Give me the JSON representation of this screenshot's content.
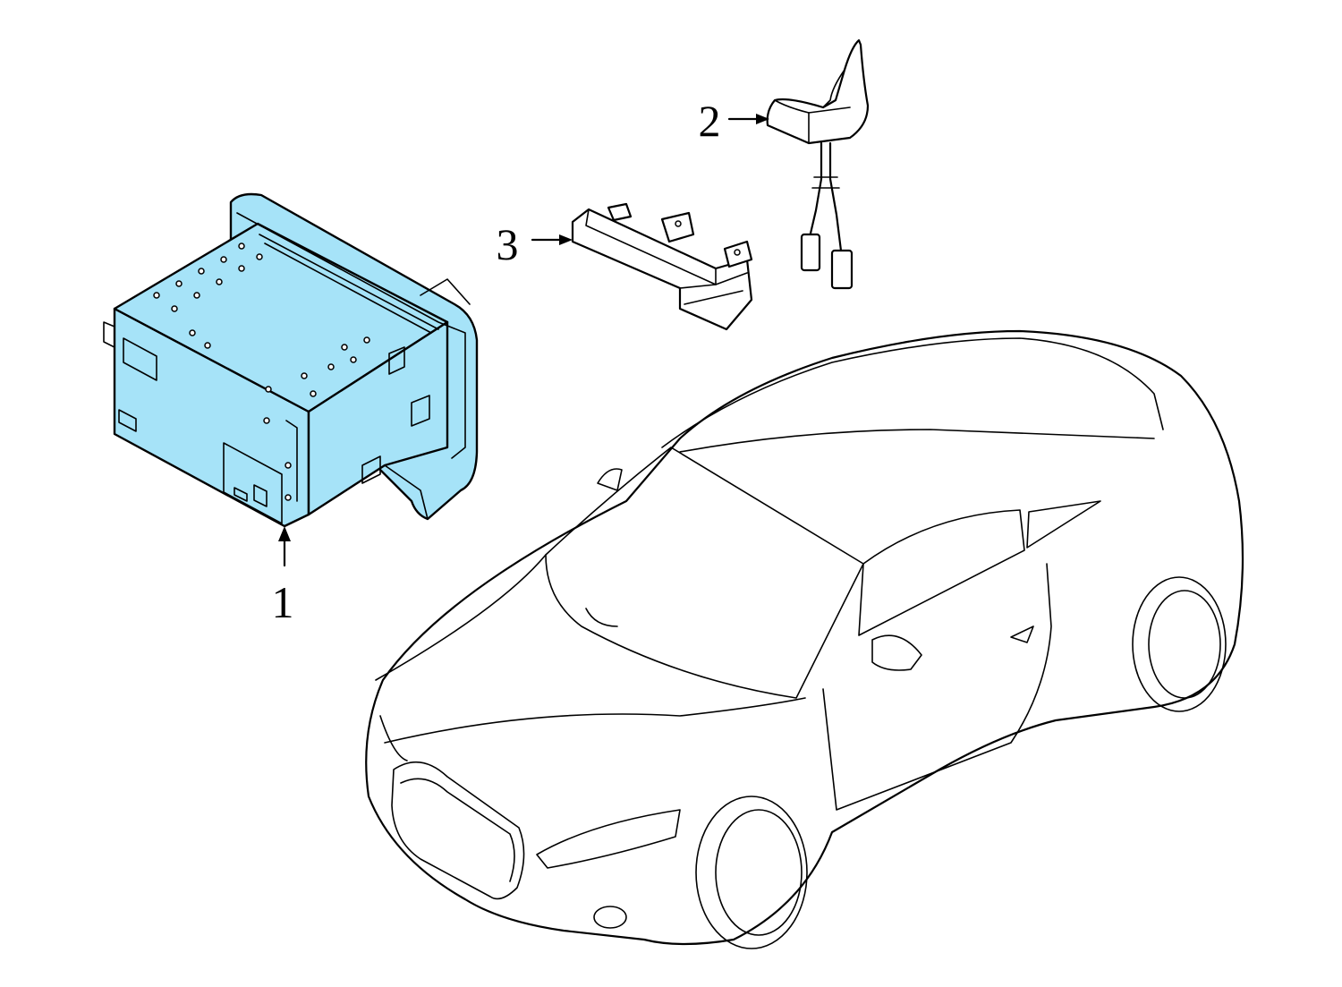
{
  "callouts": [
    {
      "id": "1",
      "label": "1"
    },
    {
      "id": "2",
      "label": "2"
    },
    {
      "id": "3",
      "label": "3"
    }
  ],
  "colors": {
    "highlight": "#a6e3f8",
    "line": "#000000",
    "background": "#ffffff"
  }
}
